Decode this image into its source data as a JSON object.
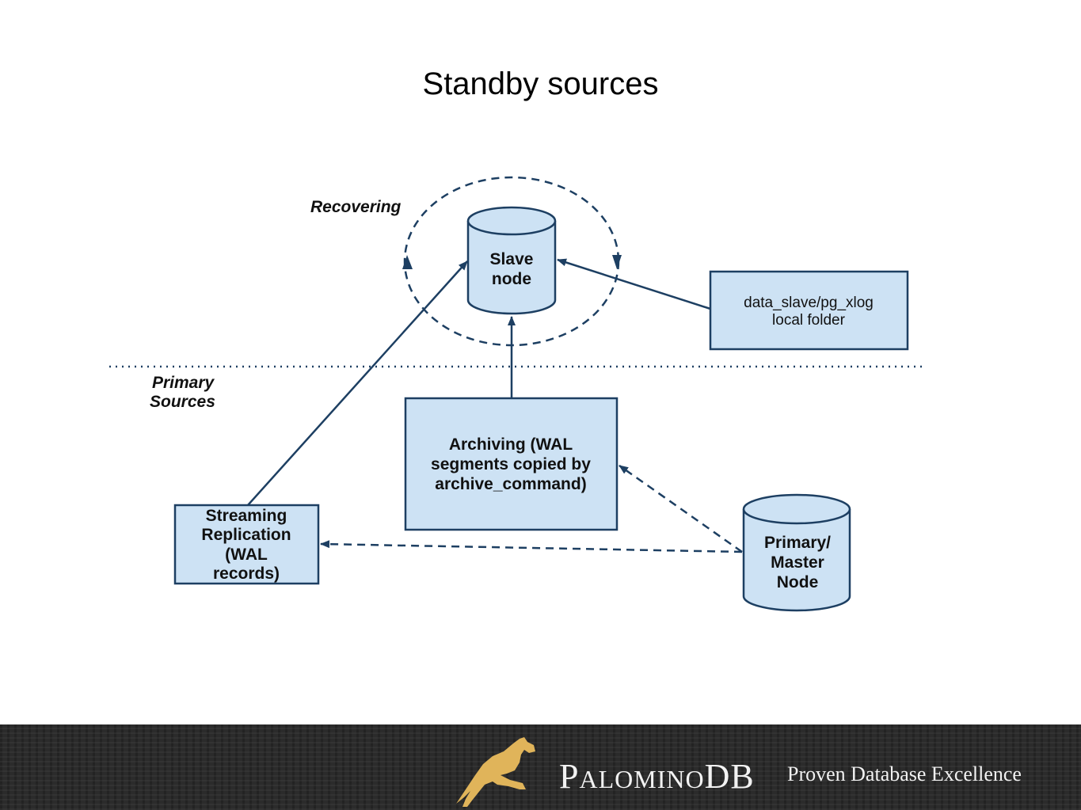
{
  "title": "Standby sources",
  "colors": {
    "box_fill": "#cde2f4",
    "stroke": "#1d3f62",
    "footer_bg": "#2b2b2b",
    "horse": "#e0b45a"
  },
  "diagram": {
    "regions": {
      "recovering": "Recovering",
      "primary_line1": "Primary",
      "primary_line2": "Sources"
    },
    "nodes": {
      "slave": {
        "line1": "Slave",
        "line2": "node"
      },
      "xlog": {
        "line1": "data_slave/pg_xlog",
        "line2": "local folder"
      },
      "archiving": {
        "line1": "Archiving (WAL",
        "line2": "segments copied by",
        "line3": "archive_command)"
      },
      "streaming": {
        "line1": "Streaming",
        "line2": "Replication",
        "line3": "(WAL",
        "line4": "records)"
      },
      "primary": {
        "line1": "Primary/",
        "line2": "Master",
        "line3": "Node"
      }
    },
    "edges": [
      {
        "from": "xlog",
        "to": "slave",
        "style": "solid"
      },
      {
        "from": "archiving",
        "to": "slave",
        "style": "solid"
      },
      {
        "from": "streaming",
        "to": "slave",
        "style": "solid"
      },
      {
        "from": "primary",
        "to": "archiving",
        "style": "dashed"
      },
      {
        "from": "primary",
        "to": "streaming",
        "style": "dashed"
      }
    ]
  },
  "footer": {
    "brand_first": "P",
    "brand_rest": "ALOMINO",
    "brand_suffix": "DB",
    "tagline": "Proven Database Excellence"
  }
}
